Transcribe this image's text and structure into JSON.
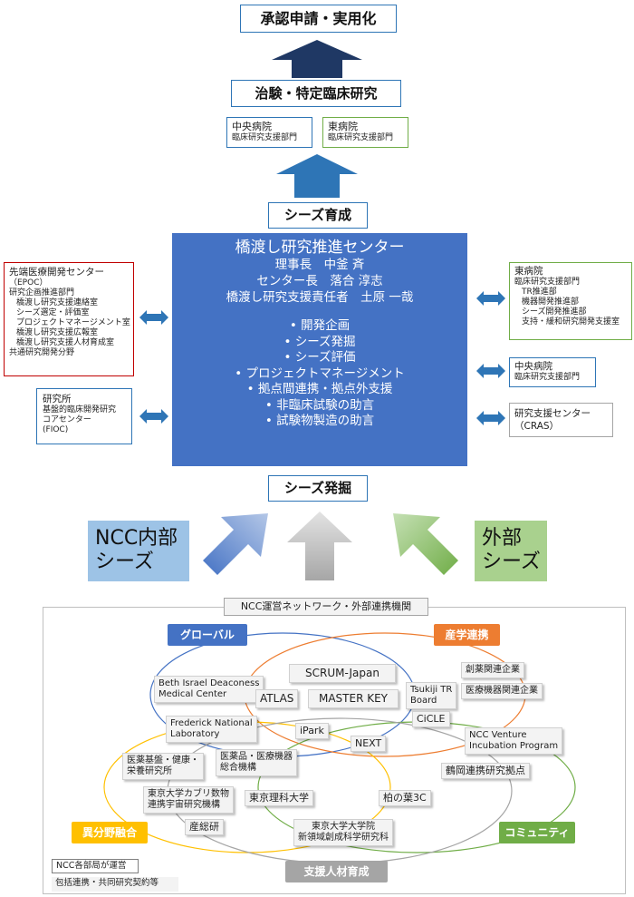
{
  "flow": {
    "approval": "承認申請・実用化",
    "clinical_trial": "治験・特定臨床研究",
    "seeds_development": "シーズ育成",
    "seeds_discovery": "シーズ発掘"
  },
  "hospitals_top": {
    "central": {
      "name": "中央病院",
      "dept": "臨床研究支援部門"
    },
    "east": {
      "name": "東病院",
      "dept": "臨床研究支援部門"
    }
  },
  "center": {
    "title": "橋渡し研究推進センター",
    "people": [
      "理事長　中釜 斉",
      "センター長　落合 淳志",
      "橋渡し研究支援責任者　土原 一哉"
    ],
    "functions": [
      "開発企画",
      "シーズ発掘",
      "シーズ評価",
      "プロジェクトマネージメント",
      "拠点間連携・拠点外支援",
      "非臨床試験の助言",
      "試験物製造の助言"
    ]
  },
  "left_boxes": {
    "epoc": {
      "title": "先端医療開発センター",
      "abbr": "（EPOC）",
      "lines": [
        "研究企画推進部門",
        "橋渡し研究支援連絡室",
        "シーズ選定・評価室",
        "プロジェクトマネージメント室",
        "橋渡し研究支援広報室",
        "橋渡し研究支援人材育成室",
        "共通研究開発分野"
      ]
    },
    "fioc": {
      "lines": [
        "研究所",
        "基盤的臨床開発研究",
        "コアセンター",
        "(FIOC)"
      ]
    }
  },
  "right_boxes": {
    "east": {
      "lines": [
        "東病院",
        "臨床研究支援部門",
        "TR推進部",
        "機器開発推進部",
        "シーズ開発推進部",
        "支持・緩和研究開発支援室"
      ]
    },
    "central": {
      "lines": [
        "中央病院",
        "臨床研究支援部門"
      ]
    },
    "cras": {
      "lines": [
        "研究支援センター",
        "（CRAS）"
      ]
    }
  },
  "seeds": {
    "internal": [
      "NCC内部",
      "シーズ"
    ],
    "external": [
      "外部",
      "シーズ"
    ]
  },
  "network": {
    "title": "NCC運営ネットワーク・外部連携機関",
    "circles": {
      "global": "グローバル",
      "industry": "産学連携",
      "cross": "異分野融合",
      "community": "コミュニティ",
      "hr": "支援人材育成"
    },
    "orgs": {
      "bidmc": [
        "Beth Israel Deaconess",
        "Medical Center"
      ],
      "scrum": "SCRUM-Japan",
      "tsukiji": [
        "Tsukiji TR",
        "Board"
      ],
      "pharma": "創薬関連企業",
      "device": "医療機器関連企業",
      "atlas": "ATLAS",
      "masterkey": "MASTER KEY",
      "frederick": [
        "Frederick National",
        "Laboratory"
      ],
      "cicle": "CiCLE",
      "ipark": "iPark",
      "next": "NEXT",
      "ncc_venture": [
        "NCC Venture",
        "Incubation  Program"
      ],
      "nibiohn": [
        "医薬基盤・健康・",
        "栄養研究所"
      ],
      "pmda": [
        "医薬品・医療機器",
        "総合機構"
      ],
      "tsuruoka": "鶴岡連携研究拠点",
      "kavli": [
        "東京大学カブリ数物",
        "連携宇宙研究機構"
      ],
      "tus": "東京理科大学",
      "kashiwa": "柏の葉3C",
      "aist": "産総研",
      "utokyo_fs": [
        "東京大学大学院",
        "新領域創成科学研究科"
      ]
    },
    "notes": [
      "NCC各部局が運営",
      "包括連携・共同研究契約等"
    ]
  },
  "colors": {
    "center_blue": "#4472c4",
    "arrow_blue": "#2e75b6",
    "epoc_red": "#c00000",
    "hospital_green": "#70ad47",
    "global": "#4472c4",
    "industry": "#ed7d31",
    "cross": "#ffc000",
    "community": "#70ad47",
    "hr": "#a5a5a5"
  }
}
